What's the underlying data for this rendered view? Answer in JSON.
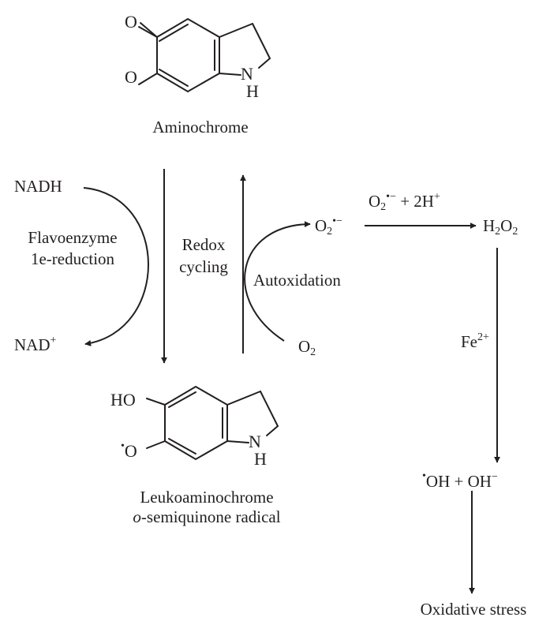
{
  "molecules": {
    "aminochrome": {
      "name": "Aminochrome",
      "atoms": {
        "o_top": "O",
        "o_bottom": "O",
        "n": "N",
        "h": "H"
      }
    },
    "leukoaminochrome": {
      "name_line1": "Leukoaminochrome",
      "name_line2_italic": "o",
      "name_line2_rest": "-semiquinone radical",
      "atoms": {
        "ho_group": "HO",
        "radical_dot": "•",
        "o_radical": "O",
        "n": "N",
        "h": "H"
      }
    }
  },
  "reduction": {
    "nadh": "NADH",
    "nad": "NAD",
    "nad_charge": "+",
    "enzyme_line1": "Flavoenzyme",
    "enzyme_line2": "1e-reduction"
  },
  "cycle": {
    "line1": "Redox",
    "line2": "cycling"
  },
  "autoxidation": {
    "label": "Autoxidation",
    "o2": "O",
    "o2_sub": "2"
  },
  "superoxide": {
    "o": "O",
    "sub": "2",
    "radical": "•−"
  },
  "reaction_conditions": {
    "o": "O",
    "sub": "2",
    "radical": "•−",
    "plus_protons": " + 2H",
    "proton_charge": "+"
  },
  "peroxide": {
    "h": "H",
    "h_sub": "2",
    "o": "O",
    "o_sub": "2"
  },
  "fenton": {
    "fe": "Fe",
    "charge": "2+"
  },
  "hydroxyl": {
    "radical_dot": "•",
    "oh_radical": "OH",
    "plus": " + ",
    "hydroxide": "OH",
    "hydroxide_charge": "−"
  },
  "outcome": {
    "label": "Oxidative stress"
  },
  "colors": {
    "ink": "#231f20",
    "background": "#ffffff"
  }
}
